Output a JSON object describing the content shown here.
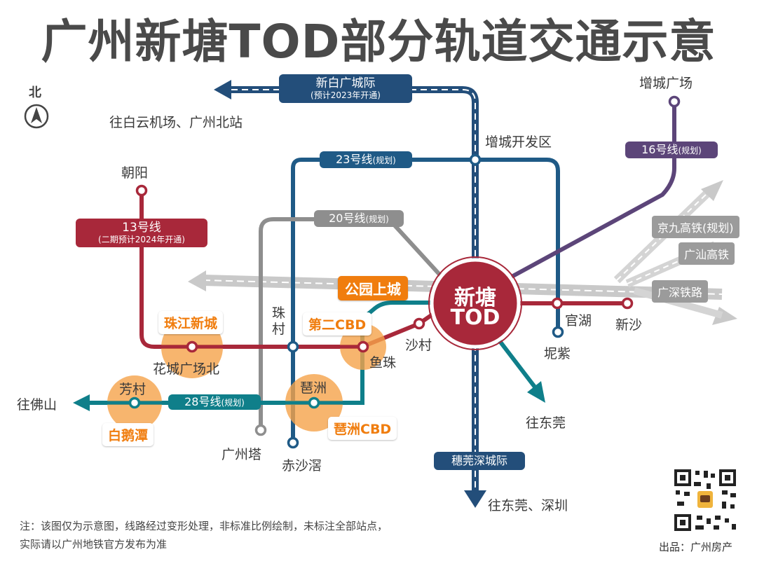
{
  "title": "广州新塘TOD部分轨道交通示意",
  "compass": {
    "label": "北",
    "icon": "north-arrow-icon"
  },
  "hub": {
    "line1": "新塘",
    "line2": "TOD"
  },
  "lines": {
    "xinbai": {
      "name": "新白广城际",
      "note": "(预计2023年开通)",
      "color": "#234e7a"
    },
    "l23": {
      "name": "23号线",
      "note": "(规划)",
      "color": "#1f5a86"
    },
    "l13": {
      "name": "13号线",
      "note": "(二期预计2024年开通)",
      "color": "#a8283a"
    },
    "l16": {
      "name": "16号线",
      "note": "(规划)",
      "color": "#5c4579"
    },
    "l20": {
      "name": "20号线",
      "note": "(规划)",
      "color": "#8e8e8e"
    },
    "l28": {
      "name": "28号线",
      "note": "(规划)",
      "color": "#0f7f8a"
    },
    "suiwan": {
      "name": "穗莞深城际",
      "color": "#234e7a"
    }
  },
  "railways": {
    "jingjiu": "京九高铁(规划)",
    "guangshan": "广汕高铁",
    "guangshen": "广深铁路"
  },
  "stations": {
    "chaoyang": "朝阳",
    "zengcheng_plaza": "增城广场",
    "zengcheng_kaifaqu": "增城开发区",
    "guanhu": "官湖",
    "xinsha": "新沙",
    "nizi": "坭紫",
    "shacun": "沙村",
    "yuzhu": "鱼珠",
    "zhucun": "珠\n村",
    "huacheng": "花城广场北",
    "fangcun": "芳村",
    "pazhou": "琶洲",
    "guangzhouta": "广州塔",
    "chishajiao": "赤沙滘"
  },
  "hotspots": {
    "gongyuan": "公园上城",
    "zhujiang": "珠江新城",
    "cbd2": "第二CBD",
    "baietan": "白鹅潭",
    "pazhou_cbd": "琶洲CBD"
  },
  "destinations": {
    "baiyun": "往白云机场、广州北站",
    "foshan": "往佛山",
    "dongguan": "往东莞",
    "dg_sz": "往东莞、深圳"
  },
  "footnote": {
    "line1": "注：该图仅为示意图，线路经过变形处理，非标准比例绘制，未标注全部站点，",
    "line2": "实际请以广州地铁官方发布为准"
  },
  "credit": "出品：广州房产",
  "colors": {
    "orange": "#f07d0e",
    "hub_red": "#a8283a",
    "rail_gray": "#c8c8c8",
    "title": "#4a4a4a"
  }
}
